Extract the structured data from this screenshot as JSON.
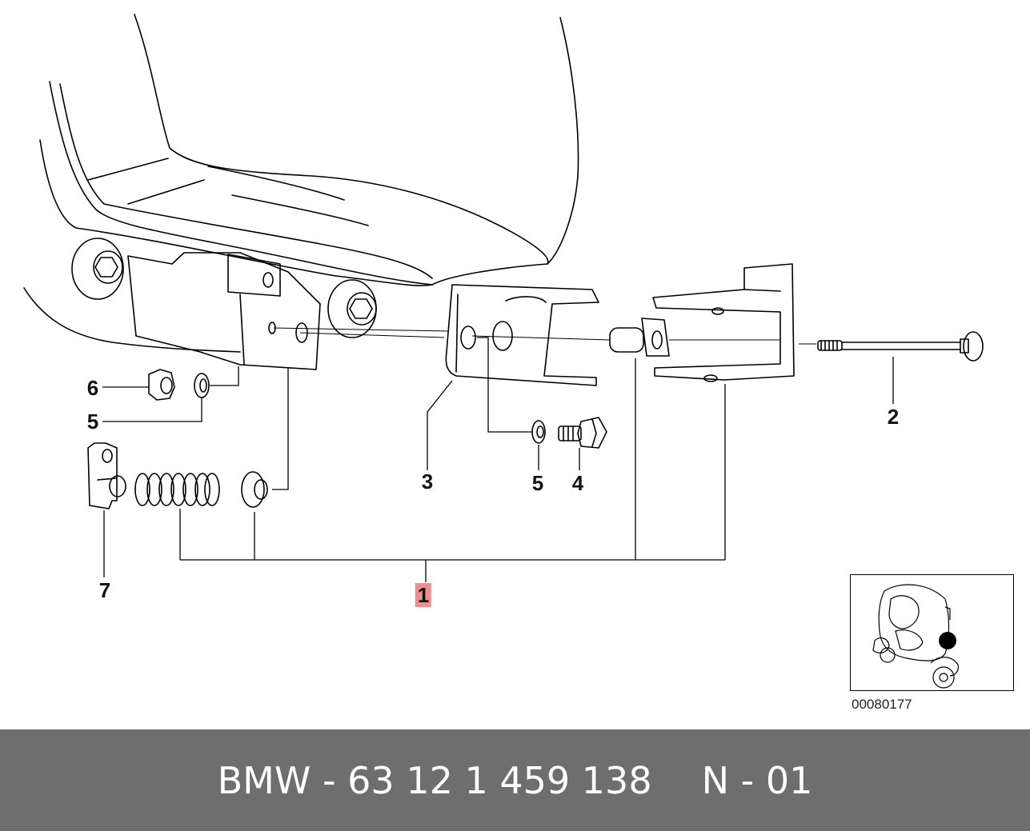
{
  "callouts": {
    "c1": "1",
    "c2": "2",
    "c3": "3",
    "c4": "4",
    "c5a": "5",
    "c5b": "5",
    "c6": "6",
    "c7": "7"
  },
  "highlight_color": "#f08e8e",
  "image_number": "00080177",
  "footer": {
    "part_number": "BMW - 63 12 1 459 138",
    "variant": "N - 01"
  },
  "footer_color": "#6e6e6e"
}
